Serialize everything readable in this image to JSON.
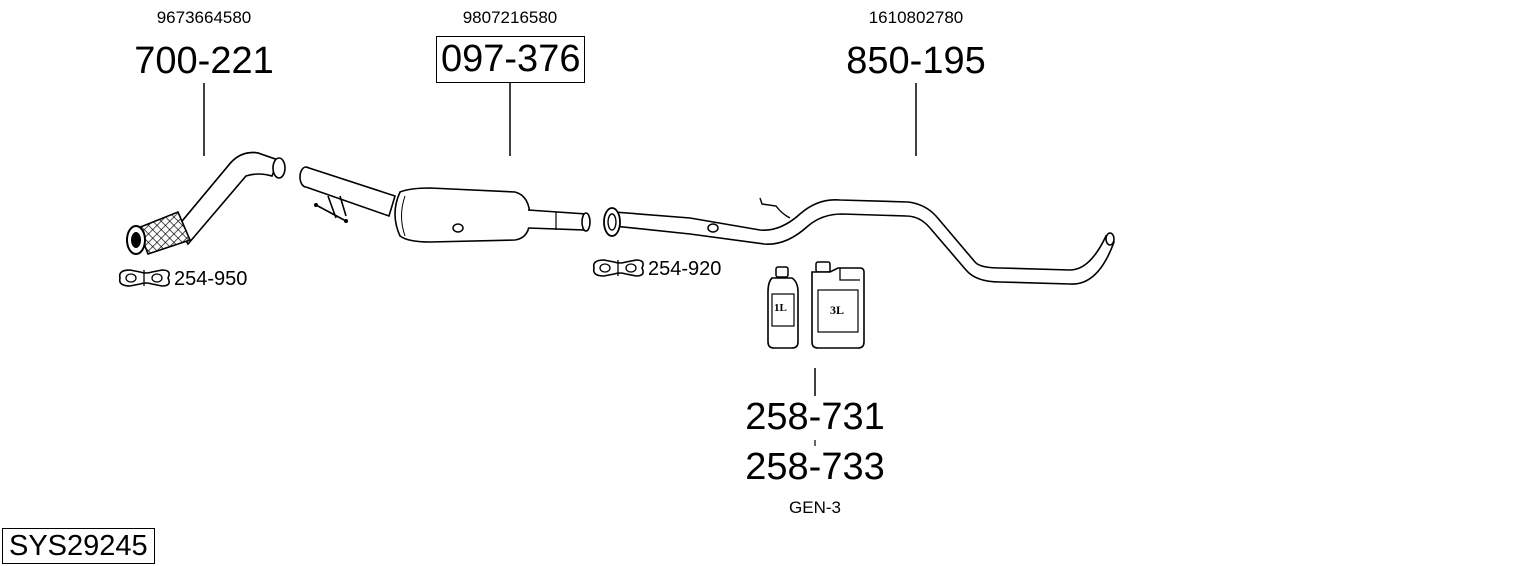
{
  "parts": [
    {
      "oe_number": "9673664580",
      "part_number": "700-221",
      "boxed": false
    },
    {
      "oe_number": "9807216580",
      "part_number": "097-376",
      "boxed": true
    },
    {
      "oe_number": "1610802780",
      "part_number": "850-195",
      "boxed": false
    }
  ],
  "clamps": [
    {
      "part_number": "254-950"
    },
    {
      "part_number": "254-920"
    }
  ],
  "fluids": {
    "part_numbers": [
      "258-731",
      "258-733"
    ],
    "container_labels": [
      "1L",
      "3L"
    ],
    "type": "GEN-3"
  },
  "system_id": "SYS29245",
  "colors": {
    "line": "#000000",
    "background": "#ffffff",
    "part_fill": "#ffffff",
    "part_shade": "#e8e8e8"
  }
}
